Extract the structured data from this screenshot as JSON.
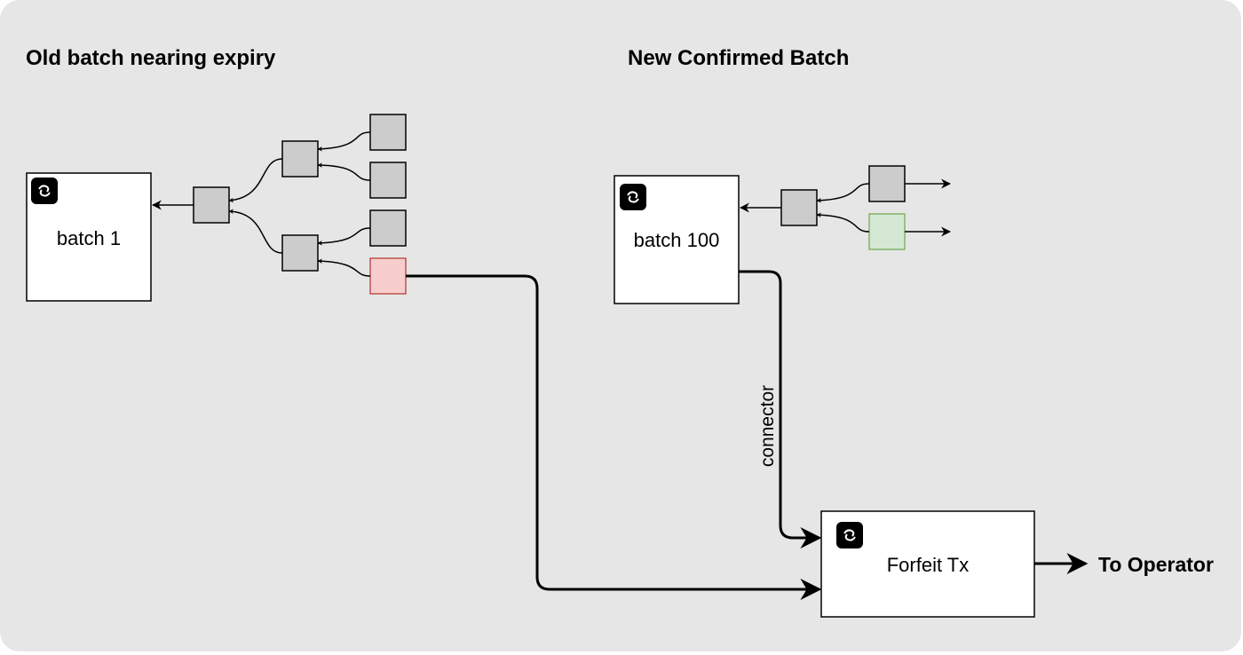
{
  "headings": {
    "old": "Old batch nearing expiry",
    "new": "New Confirmed Batch"
  },
  "nodes": {
    "batch1": "batch 1",
    "batch100": "batch 100",
    "forfeit": "Forfeit Tx"
  },
  "edge_labels": {
    "connector": "connector",
    "to_operator": "To Operator"
  },
  "colors": {
    "background": "#e6e6e6",
    "tree_node": "#cccccc",
    "forfeited_vtxo_fill": "#f8cecc",
    "forfeited_vtxo_stroke": "#b85450",
    "new_vtxo_fill": "#d5e8d4",
    "new_vtxo_stroke": "#82b366",
    "icon": "#000000"
  },
  "icons": {
    "batch_icon": "link-chain-icon"
  }
}
